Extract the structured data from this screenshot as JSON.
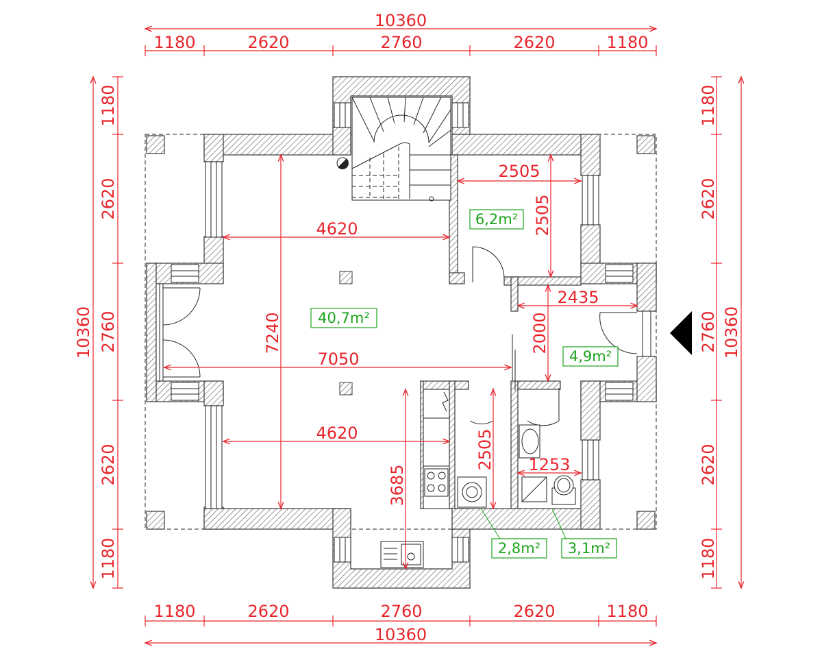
{
  "dimensions": {
    "top_total": "10360",
    "top_segments": [
      "1180",
      "2620",
      "2760",
      "2620",
      "1180"
    ],
    "bottom_segments": [
      "1180",
      "2620",
      "2760",
      "2620",
      "1180"
    ],
    "bottom_total": "10360",
    "left_total": "10360",
    "left_segments": [
      "1180",
      "2620",
      "2760",
      "2620",
      "1180"
    ],
    "right_total": "10360",
    "right_segments": [
      "1180",
      "2620",
      "2760",
      "2620",
      "1180"
    ],
    "interior": {
      "living_width_top": "4620",
      "living_width_bottom": "4620",
      "living_full_width": "7050",
      "living_depth": "7240",
      "kitchen_depth": "3685",
      "room_width": "2505",
      "room_depth": "2505",
      "hall_width": "2435",
      "hall_depth": "2000",
      "wc_depth": "2505",
      "bath_width": "1253"
    }
  },
  "areas": {
    "living": "40,7m²",
    "room": "6,2m²",
    "hall": "4,9m²",
    "wc": "2,8m²",
    "bath": "3,1m²"
  },
  "markers": {
    "entrance_arrow_icon": "entrance-arrow-icon"
  },
  "colors": {
    "dimension": "#e8242b",
    "area_label": "#1aa31a",
    "wall_outline": "#3a3a3a"
  }
}
